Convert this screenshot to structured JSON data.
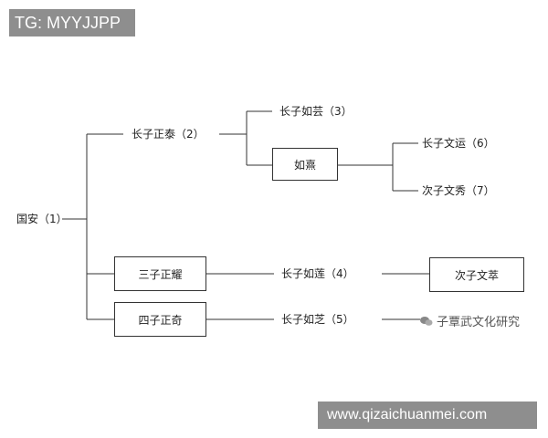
{
  "watermark_top": "TG: MYYJJPP",
  "watermark_bottom": "www.qizaichuanmei.com",
  "wechat_source": "子覃武文化研究",
  "nodes": {
    "guoan": "国安（1）",
    "zhengtai": "长子正泰（2）",
    "ruyun": "长子如芸（3）",
    "ruxi": "如熹",
    "wenyun": "长子文运（6）",
    "wenxiu": "次子文秀（7）",
    "zhengyao": "三子正耀",
    "rulian": "长子如莲（4）",
    "wencui": "次子文萃",
    "zhengqi": "四子正奇",
    "ruzhi": "长子如芝（5）"
  }
}
